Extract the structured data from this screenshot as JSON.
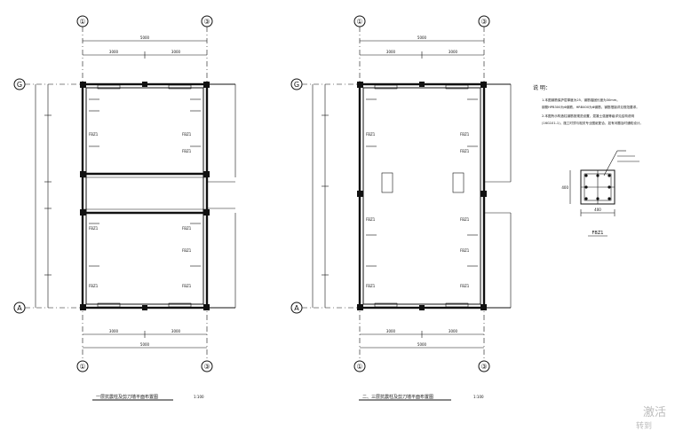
{
  "plans": [
    {
      "id": "plan-1",
      "title": "一层抗震柱及剪刀墙平面布置图",
      "scale": "1:100",
      "axes_top": [
        "①",
        "③"
      ],
      "axes_bottom": [
        "①",
        "③"
      ],
      "axes_left": [
        "G",
        "A"
      ],
      "dim_total": "5000",
      "dim_parts": [
        "3000",
        "3000"
      ]
    },
    {
      "id": "plan-2",
      "title": "二、三层抗震柱及剪刀墙平面布置图",
      "scale": "1:100",
      "axes_top": [
        "①",
        "③"
      ],
      "axes_bottom": [
        "①",
        "③"
      ],
      "axes_left": [
        "G",
        "A"
      ],
      "dim_total": "5000",
      "dim_parts": [
        "3000",
        "3000"
      ]
    }
  ],
  "notes": {
    "heading": "说 明：",
    "lines": [
      "1.本图钢筋保护层厚度为25，钢筋锚固长度为30mm。",
      "  钢筋HPB300为Φ钢筋，HRB400为Φ钢筋，钢筋搭接详见规范要求。",
      "2.本图所示构造柱钢筋按规范设置，混凝土强度等级详见结构说明",
      "  (16G101-1)，施工时须与相关专业图纸配合，如有问题及时通知设计。"
    ]
  },
  "detail": {
    "label": "FBZ1",
    "dim_width": "400",
    "dim_height": "400"
  },
  "column_tags": {
    "plan1": [
      "FBZ1",
      "FBZ1",
      "FBZ1",
      "FBZ1",
      "FBZ1",
      "FBZ1",
      "FBZ1",
      "FBZ1"
    ],
    "plan2": [
      "FBZ1",
      "FBZ1",
      "FBZ1",
      "FBZ1",
      "FBZ1",
      "FBZ1",
      "FBZ1",
      "FBZ1"
    ]
  },
  "watermark": {
    "line1": "激活",
    "line2": "转到"
  }
}
